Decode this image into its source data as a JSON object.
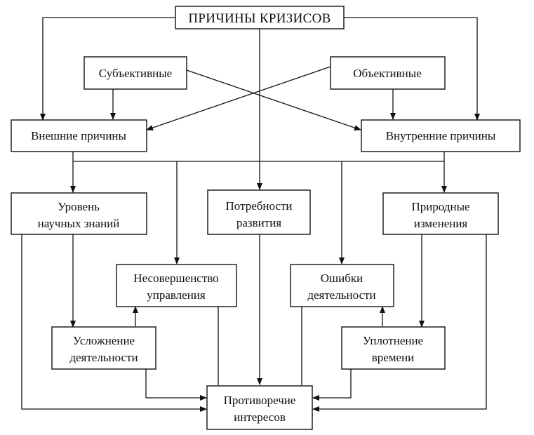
{
  "title": "ПРИЧИНЫ  КРИЗИСОВ",
  "nodes": {
    "subjective": [
      "Субъективные"
    ],
    "objective": [
      "Объективные"
    ],
    "external": [
      "Внешние причины"
    ],
    "internal": [
      "Внутренние причины"
    ],
    "knowledge": [
      "Уровень",
      "научных  знаний"
    ],
    "needs": [
      "Потребности",
      "развития"
    ],
    "natural": [
      "Природные",
      "изменения"
    ],
    "management": [
      "Несовершенство",
      "управления"
    ],
    "errors": [
      "Ошибки",
      "деятельности"
    ],
    "complication": [
      "Усложнение",
      "деятельности"
    ],
    "time": [
      "Уплотнение",
      "времени"
    ],
    "contradiction": [
      "Противоречие",
      "интересов"
    ]
  }
}
